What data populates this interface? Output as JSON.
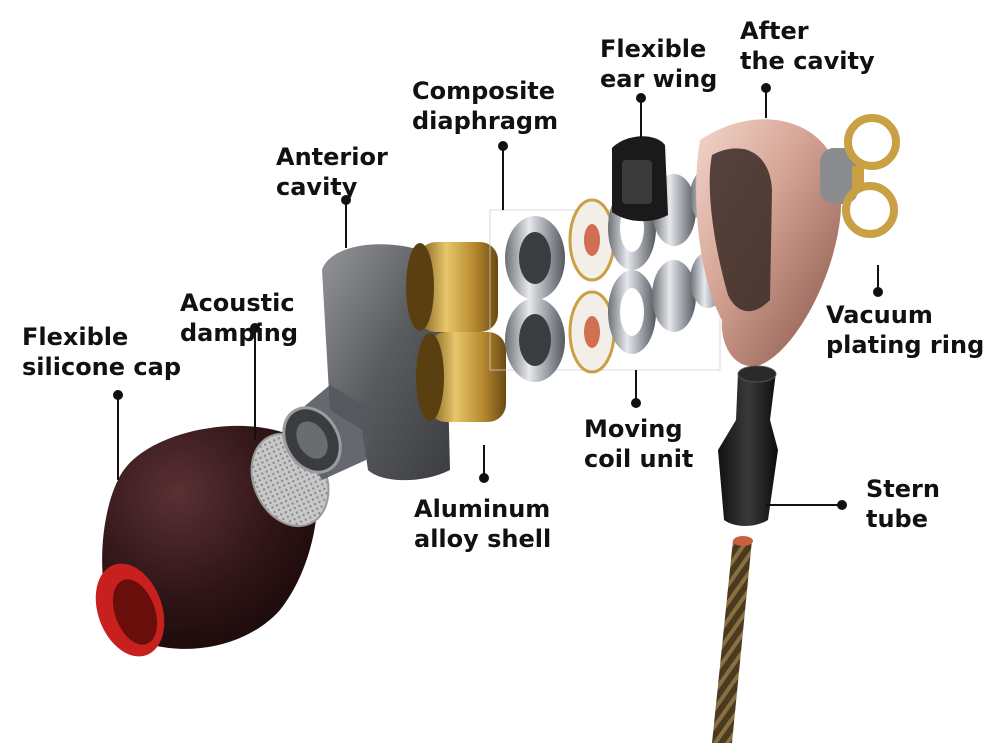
{
  "labels": {
    "flexible_silicone_cap": [
      "Flexible",
      "silicone cap"
    ],
    "acoustic_damping": [
      "Acoustic",
      "damping"
    ],
    "anterior_cavity": [
      "Anterior",
      "cavity"
    ],
    "composite_diaphragm": [
      "Composite",
      "diaphragm"
    ],
    "flexible_ear_wing": [
      "Flexible",
      "ear wing"
    ],
    "after_the_cavity": [
      "After",
      "the cavity"
    ],
    "vacuum_plating_ring": [
      "Vacuum",
      "plating ring"
    ],
    "moving_coil_unit": [
      "Moving",
      "coil unit"
    ],
    "aluminum_alloy_shell": [
      "Aluminum",
      "alloy shell"
    ],
    "stern_tube": [
      "Stern",
      "tube"
    ]
  },
  "colors": {
    "label_text": "#111111",
    "leader_line": "#111111",
    "silicone_cap": "#3a1a1c",
    "cap_opening": "#c8201e",
    "rose_gold_shell": "#c9988a",
    "brass_rings": "#c9a043",
    "chrome": "#b8bcc2",
    "grey_cavity": "#5a5c60",
    "cable": "#6a5530"
  }
}
